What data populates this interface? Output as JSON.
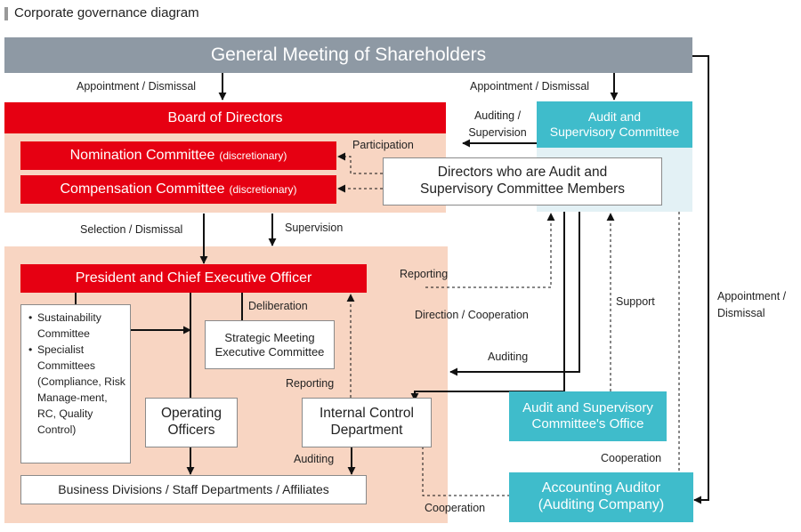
{
  "title": "Corporate governance diagram",
  "boxes": {
    "shareholders": "General Meeting of Shareholders",
    "board": "Board of Directors",
    "nomination_main": "Nomination Committee",
    "nomination_sub": "(discretionary)",
    "compensation_main": "Compensation Committee",
    "compensation_sub": "(discretionary)",
    "asc_line1": "Audit and",
    "asc_line2": "Supervisory Committee",
    "asc_members_line1": "Directors who are Audit and",
    "asc_members_line2": "Supervisory Committee Members",
    "president": "President and Chief Executive Officer",
    "committees_item1": "Sustainability Committee",
    "committees_item2": "Specialist Committees (Compliance, Risk Manage-ment, RC, Quality Control)",
    "strategic_line1": "Strategic Meeting",
    "strategic_line2": "Executive Committee",
    "operating_line1": "Operating",
    "operating_line2": "Officers",
    "internal_line1": "Internal Control",
    "internal_line2": "Department",
    "business": "Business Divisions / Staff Departments / Affiliates",
    "asc_office_line1": "Audit and Supervisory",
    "asc_office_line2": "Committee's Office",
    "auditor_line1": "Accounting Auditor",
    "auditor_line2": "(Auditing Company)"
  },
  "labels": {
    "appointment_left": "Appointment / Dismissal",
    "appointment_right": "Appointment / Dismissal",
    "appointment_far_line1": "Appointment /",
    "appointment_far_line2": "Dismissal",
    "auditing_sup_line1": "Auditing /",
    "auditing_sup_line2": "Supervision",
    "participation": "Participation",
    "selection": "Selection / Dismissal",
    "supervision": "Supervision",
    "deliberation": "Deliberation",
    "reporting_top": "Reporting",
    "reporting_mid": "Reporting",
    "direction": "Direction / Cooperation",
    "auditing_mid": "Auditing",
    "auditing_bottom": "Auditing",
    "support": "Support",
    "cooperation_right": "Cooperation",
    "cooperation_bottom": "Cooperation"
  },
  "colors": {
    "red": "#e60012",
    "gray": "#8e99a4",
    "teal": "#3fbccb",
    "peach": "#f8d5c2",
    "lightblue": "#e3f1f5"
  }
}
